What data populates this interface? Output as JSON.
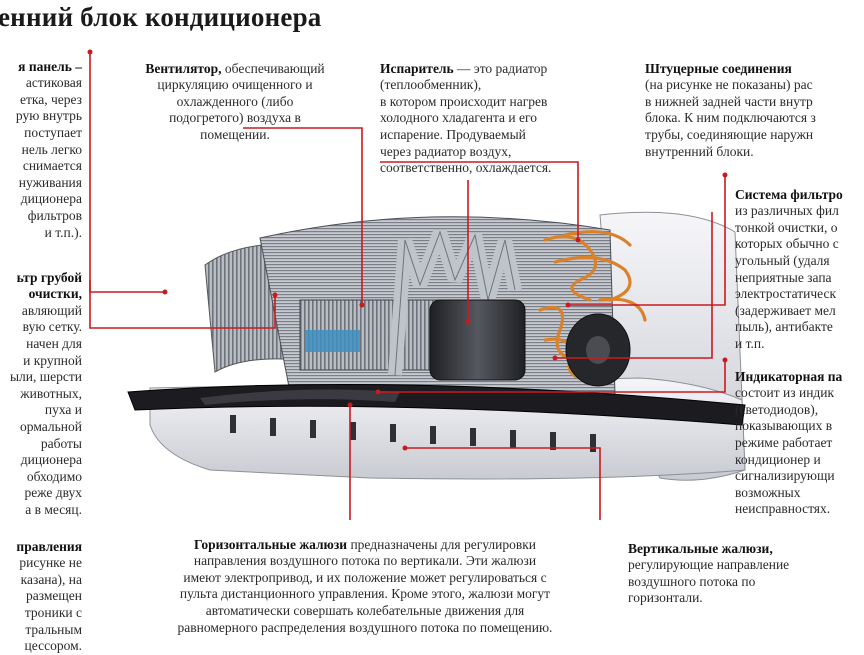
{
  "title": "енний блок кондиционера",
  "callouts": {
    "panel": {
      "heading": "я панель –",
      "text": "астиковая\nетка, через\nрую внутрь\nпоступает\nнель легко\nснимается\nнуживания\nдиционера\nфильтров\nи т.п.)."
    },
    "coarse": {
      "heading": "ьтр грубой\nочистки,",
      "text": "авляющий\nвую сетку.\nначен для\nи крупной\nыли, шерсти\nживотных,\nпуха и\nормальной\nработы\nдиционера\nобходимо\nреже двух\nа в месяц."
    },
    "control": {
      "heading": "правления",
      "text": "рисунке не\nказана), на\nразмещен\nтроники с\nтральным\nцессором."
    },
    "fan": {
      "heading": "Вентилятор,",
      "text": " обеспечивающий\nциркуляцию очищенного и\nохлажденного (либо\nподогретого) воздуха в\nпомещении."
    },
    "evaporator": {
      "heading": "Испаритель",
      "text": " — это радиатор\n(теплообменник),\nв котором происходит нагрев\nхолодного хладагента и его\nиспарение. Продуваемый\nчерез радиатор воздух,\nсоответственно, охлаждается."
    },
    "fittings": {
      "heading": "Штуцерные соединения",
      "text": "(на рисунке не показаны) рас\nв нижней задней части внутр\nблока. К ним подключаются з\nтрубы, соединяющие наружн\nвнутренний блоки."
    },
    "filters": {
      "heading": "Система фильтро",
      "text": "из различных фил\nтонкой очистки, о\nкоторых обычно с\nугольный (удаля\nнеприятные запа\nэлектростатическ\n(задерживает мел\nпыль), антибакте\nи т.п."
    },
    "indicator": {
      "heading": "Индикаторная па",
      "text": "состоит из индик\n(светодиодов),\nпоказывающих в\nрежиме работает\nкондиционер и\nсигнализирующи\nвозможных\nнеисправностях."
    },
    "horizontal": {
      "heading": "Горизонтальные жалюзи",
      "text": " предназначены для регулировки\nнаправления воздушного потока по вертикали. Эти жалюзи\nимеют электропривод, и их положение может регулироваться с\nпульта дистанционного управления. Кроме этого, жалюзи могут\nавтоматически совершать колебательные движения для\nравномерного распределения воздушного потока по помещению."
    },
    "vertical": {
      "heading": "Вертикальные жалюзи,",
      "text": "регулирующие направление\nвоздушного потока по\nгоризонтали."
    }
  },
  "colors": {
    "leader": "#c91a20",
    "copper": "#d9822b",
    "casing": "#e9e9ee",
    "fins": "#9aa0a8",
    "dark": "#2b2b30"
  }
}
